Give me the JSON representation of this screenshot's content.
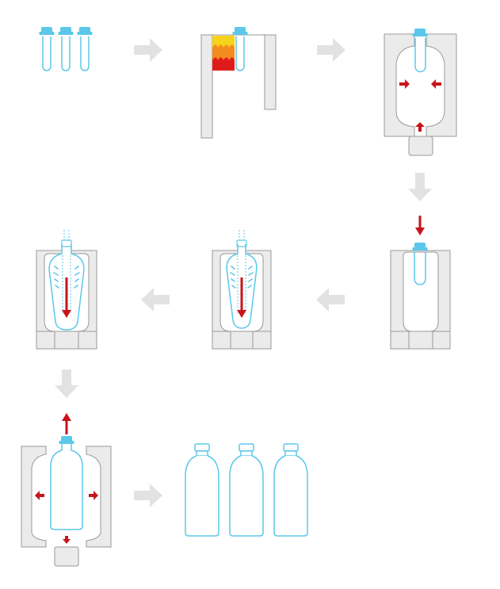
{
  "diagram": {
    "kind": "stretch-blow-molding-process",
    "steps": [
      {
        "id": "preforms",
        "icon": "preform-tubes-icon"
      },
      {
        "id": "heating",
        "icon": "heating-oven-icon"
      },
      {
        "id": "mold-close",
        "icon": "mold-closing-icon"
      },
      {
        "id": "stretch-rod",
        "icon": "stretch-rod-insert-icon"
      },
      {
        "id": "pre-blow",
        "icon": "pre-blow-icon"
      },
      {
        "id": "final-blow",
        "icon": "final-blow-icon"
      },
      {
        "id": "mold-open",
        "icon": "mold-opening-icon"
      },
      {
        "id": "bottles",
        "icon": "finished-bottles-icon"
      }
    ],
    "flow_arrows": [
      {
        "from": "preforms",
        "to": "heating",
        "direction": "right"
      },
      {
        "from": "heating",
        "to": "mold-close",
        "direction": "right"
      },
      {
        "from": "mold-close",
        "to": "stretch-rod",
        "direction": "down"
      },
      {
        "from": "stretch-rod",
        "to": "pre-blow",
        "direction": "left"
      },
      {
        "from": "pre-blow",
        "to": "final-blow",
        "direction": "left"
      },
      {
        "from": "final-blow",
        "to": "mold-open",
        "direction": "down"
      },
      {
        "from": "mold-open",
        "to": "bottles",
        "direction": "right"
      }
    ],
    "colors": {
      "preform_outline": "#5bc8ea",
      "cap": "#5bc8ea",
      "mold_fill": "#ebebeb",
      "mold_stroke": "#999999",
      "flow_arrow": "#e2e2e2",
      "force_arrow": "#c8141a",
      "flame_red": "#e01b1b",
      "flame_orange": "#f28c1e",
      "flame_yellow": "#f7d21a",
      "air": "#5bc8ea"
    }
  }
}
